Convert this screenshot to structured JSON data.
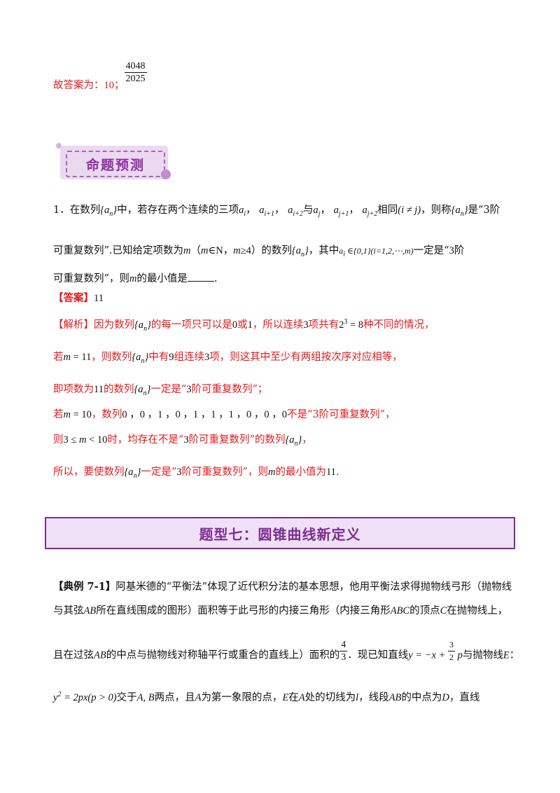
{
  "answer_line": {
    "prefix": "故答案为：",
    "value1": "10",
    "sep": "；",
    "frac_num": "4048",
    "frac_den": "2025"
  },
  "badge": {
    "label": "命题预测"
  },
  "problem": {
    "p1a": "1．在数列",
    "p1b": "中，若存在两个连续的三项",
    "p1c": "，",
    "p1d": "，",
    "p1e": "与",
    "p1f": "，",
    "p1g": "，",
    "p1h": "相同",
    "p1i": "，则称",
    "p1j": "是“3阶",
    "p2a": "可重复数列”.已知给定项数为",
    "p2b": "（",
    "p2c": "，",
    "p2d": "）的数列",
    "p2e": "，其中",
    "p2f": "一定是“",
    "p2g": "3阶",
    "p3a": "可重复数列”，则",
    "p3b": "的最小值是",
    "p3c": "."
  },
  "answer": {
    "label": "【答案】",
    "value": "11"
  },
  "analysis": {
    "a1": "【解析】因为数列",
    "a1b": "的每一项只可以是",
    "a1c": "或",
    "a1d": "，所以连续",
    "a1e": "项共有",
    "a1f": "种不同的情况，",
    "b1": "若",
    "b2": "，则数列",
    "b3": "中有",
    "b4": "组连续",
    "b5": "项，则这其中至少有两组按次序对应相等，",
    "c1": "即项数为",
    "c2": "的数列",
    "c3": "一定是“",
    "c4": "阶可重复数列”；",
    "d1": "若",
    "d2": "，数列",
    "d3": "不是“3阶可重复数列”，",
    "e1": "则",
    "e2": "时，均存在不是“",
    "e3": "阶可重复数列”的数列",
    "e4": "，",
    "f1": "所以，要使数列",
    "f2": "一定是“",
    "f3": "阶可重复数列”，则",
    "f4": "的最小值为",
    "f5": "."
  },
  "section": {
    "title": "题型七：圆锥曲线新定义"
  },
  "example": {
    "tag": "【典例 7-1】",
    "l1": "阿基米德的“平衡法”体现了近代积分法的基本思想，他用平衡法求得抛物线弓形（抛物线",
    "l2a": "与其弦",
    "l2b": "所在直线围成的图形）面积等于此弓形的内接三角形（内接三角形",
    "l2c": "的顶点",
    "l2d": "在抛物线上，",
    "l3a": "且在过弦",
    "l3b": "的中点与抛物线对称轴平行或重合的直线上）面积的",
    "l3c": "．现已知直线",
    "l3d": "与抛物线",
    "l3e": "：",
    "l4a": "交于",
    "l4b": "两点，且",
    "l4c": "为第一象限的点，",
    "l4d": "在",
    "l4e": "处的切线为",
    "l4f": "，线段",
    "l4g": "的中点为",
    "l4h": "，直线"
  }
}
